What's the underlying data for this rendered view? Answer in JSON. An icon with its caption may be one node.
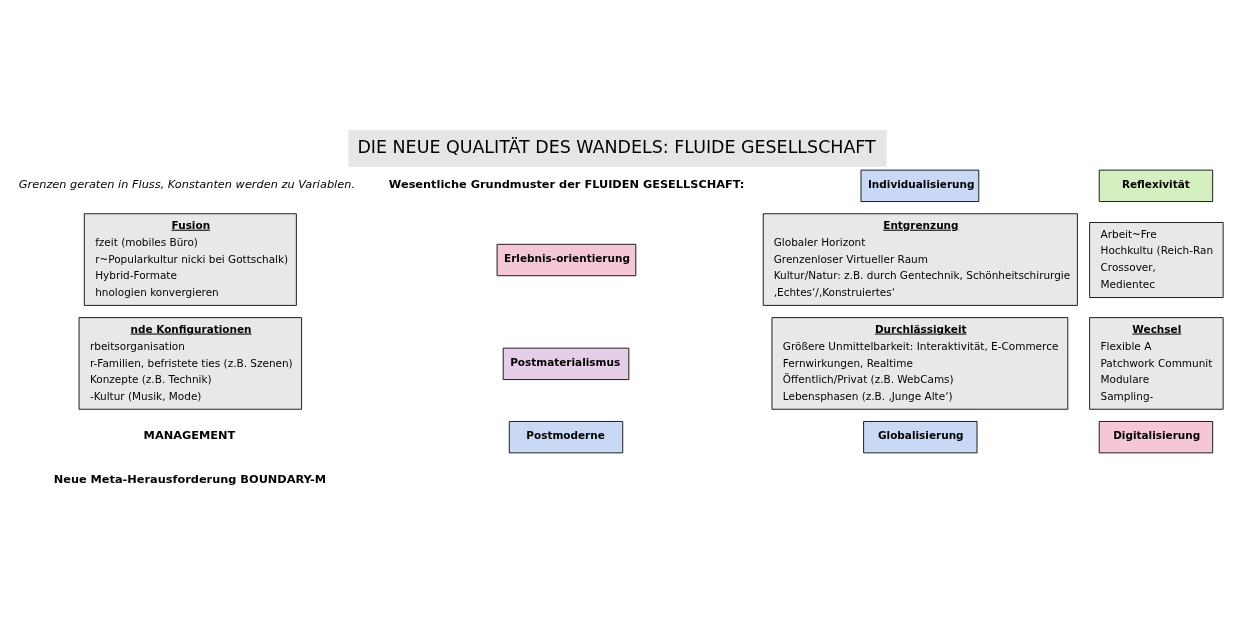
{
  "diagram": {
    "title": "DIE NEUE QUALITÄT DES WANDELS: FLUIDE GESELLSCHAFT",
    "nodes": [
      {
        "text": [
          "Individualisierung"
        ]
      },
      {
        "text": [
          "Fusion",
          "fzeit (mobiles Büro)",
          "r~Popularkultur nicki bei Gottschalk)",
          "Hybrid-Formate",
          "hnologien konvergieren"
        ]
      },
      {
        "text": [
          "Reflexivität"
        ]
      },
      {
        "text": [
          "Erlebnis-orientierung"
        ]
      },
      {
        "text": [
          "Postmaterialismus"
        ]
      },
      {
        "text": [
          "Entgrenzung",
          "Globaler Horizont",
          "Grenzenloser Virtueller Raum",
          "Kultur/Natur: z.B. durch Gentechnik, Schönheitschirurgie",
          "‚Echtes‘/‚Konstruiertes‘"
        ]
      },
      {
        "text": [
          "Arbeit~Fre",
          "Hochkultu (Reich-Ran",
          "Crossover,",
          "Medientec"
        ]
      },
      {
        "text": [
          "nde Konfigurationen",
          "rbeitsorganisation",
          "r-Familien, befristete ties (z.B. Szenen)",
          "Konzepte (z.B. Technik)",
          "-Kultur (Musik, Mode)"
        ]
      },
      {
        "text": [
          "Postmoderne"
        ]
      },
      {
        "text": [
          "Durchlässigkeit",
          "Größere Unmittelbarkeit: Interaktivität, E-Commerce",
          "Fernwirkungen, Realtime",
          "Öffentlich/Privat (z.B. WebCams)",
          "Lebensphasen (z.B. ‚Junge Alte‘)"
        ]
      },
      {
        "text": [
          "Wechsel",
          "Flexible A",
          "Patchwork Communit",
          "Modulare",
          "Sampling-"
        ]
      },
      {
        "text": [
          "Globalisierung"
        ]
      },
      {
        "text": [
          "Digitalisierung"
        ]
      }
    ],
    "labels": [
      "Grenzen geraten in Fluss, Konstanten werden zu Variablen.",
      "Wesentliche Grundmuster der FLUIDEN GESELLSCHAFT:",
      "MANAGEMENT",
      "Neue Meta-Herausforderung BOUNDARY-M"
    ]
  }
}
